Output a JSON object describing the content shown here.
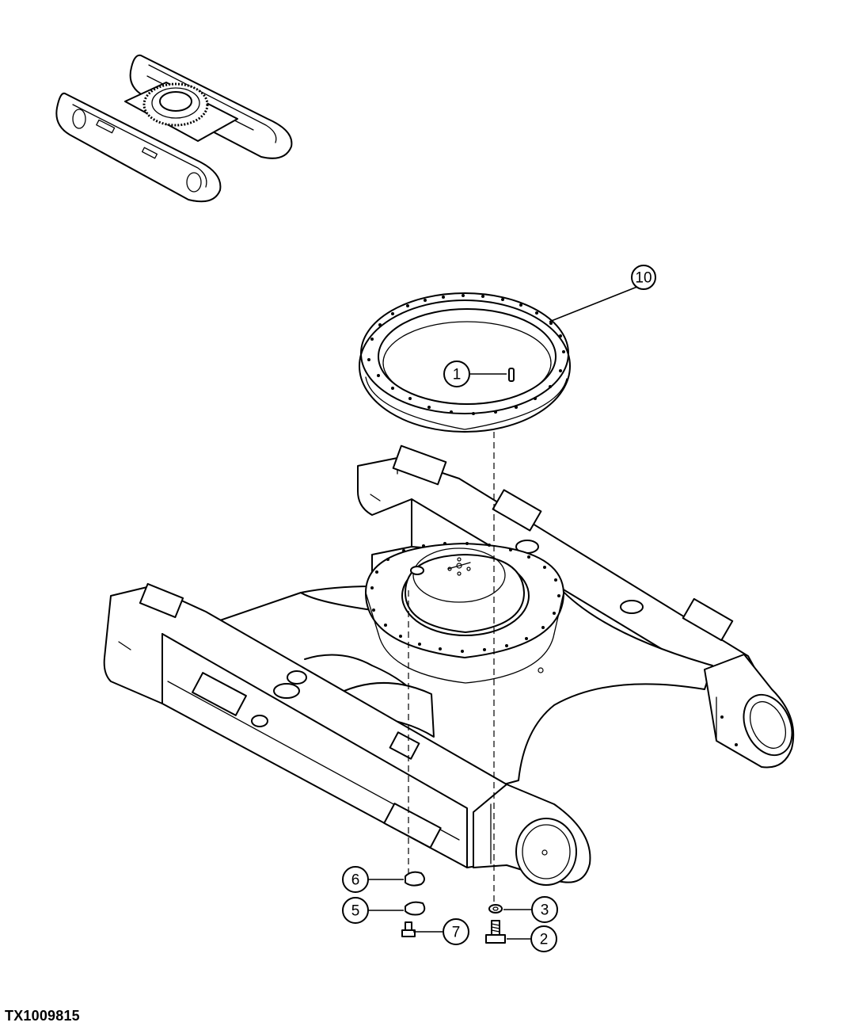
{
  "figure": {
    "id": "TX1009815"
  },
  "callouts": [
    {
      "label": "1",
      "part": "pin"
    },
    {
      "label": "2",
      "part": "cap screw"
    },
    {
      "label": "3",
      "part": "washer"
    },
    {
      "label": "5",
      "part": "plate"
    },
    {
      "label": "6",
      "part": "o-ring"
    },
    {
      "label": "7",
      "part": "plug"
    },
    {
      "label": "10",
      "part": "swing bearing"
    }
  ]
}
